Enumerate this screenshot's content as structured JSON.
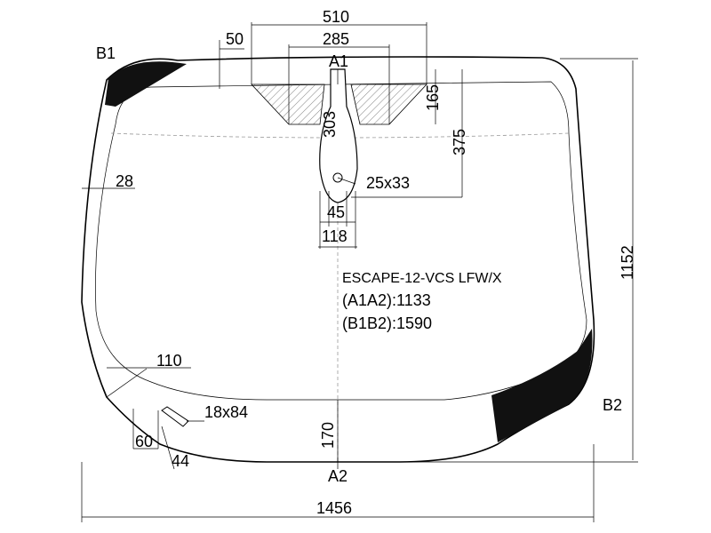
{
  "diagram": {
    "model_code": "ESCAPE-12-VCS LFW/X",
    "diag_a": "(A1A2):1133",
    "diag_b": "(B1B2):1590",
    "points": {
      "a1": "A1",
      "a2": "A2",
      "b1": "B1",
      "b2": "B2"
    },
    "dimensions": {
      "top_width": "510",
      "inner_width": "285",
      "band_offset": "50",
      "bracket_height": "303",
      "sensor_165": "165",
      "sensor_375": "375",
      "side_band": "28",
      "hole": "25x33",
      "neck_width": "45",
      "bracket_width": "118",
      "corner": "110",
      "vin_window": "18x84",
      "vin_60": "60",
      "vin_44": "44",
      "bottom_band": "170",
      "total_width": "1456",
      "total_height": "1152"
    },
    "colors": {
      "line": "#000000",
      "fill": "#111111",
      "hatch": "#666666",
      "dash": "#999999"
    }
  }
}
